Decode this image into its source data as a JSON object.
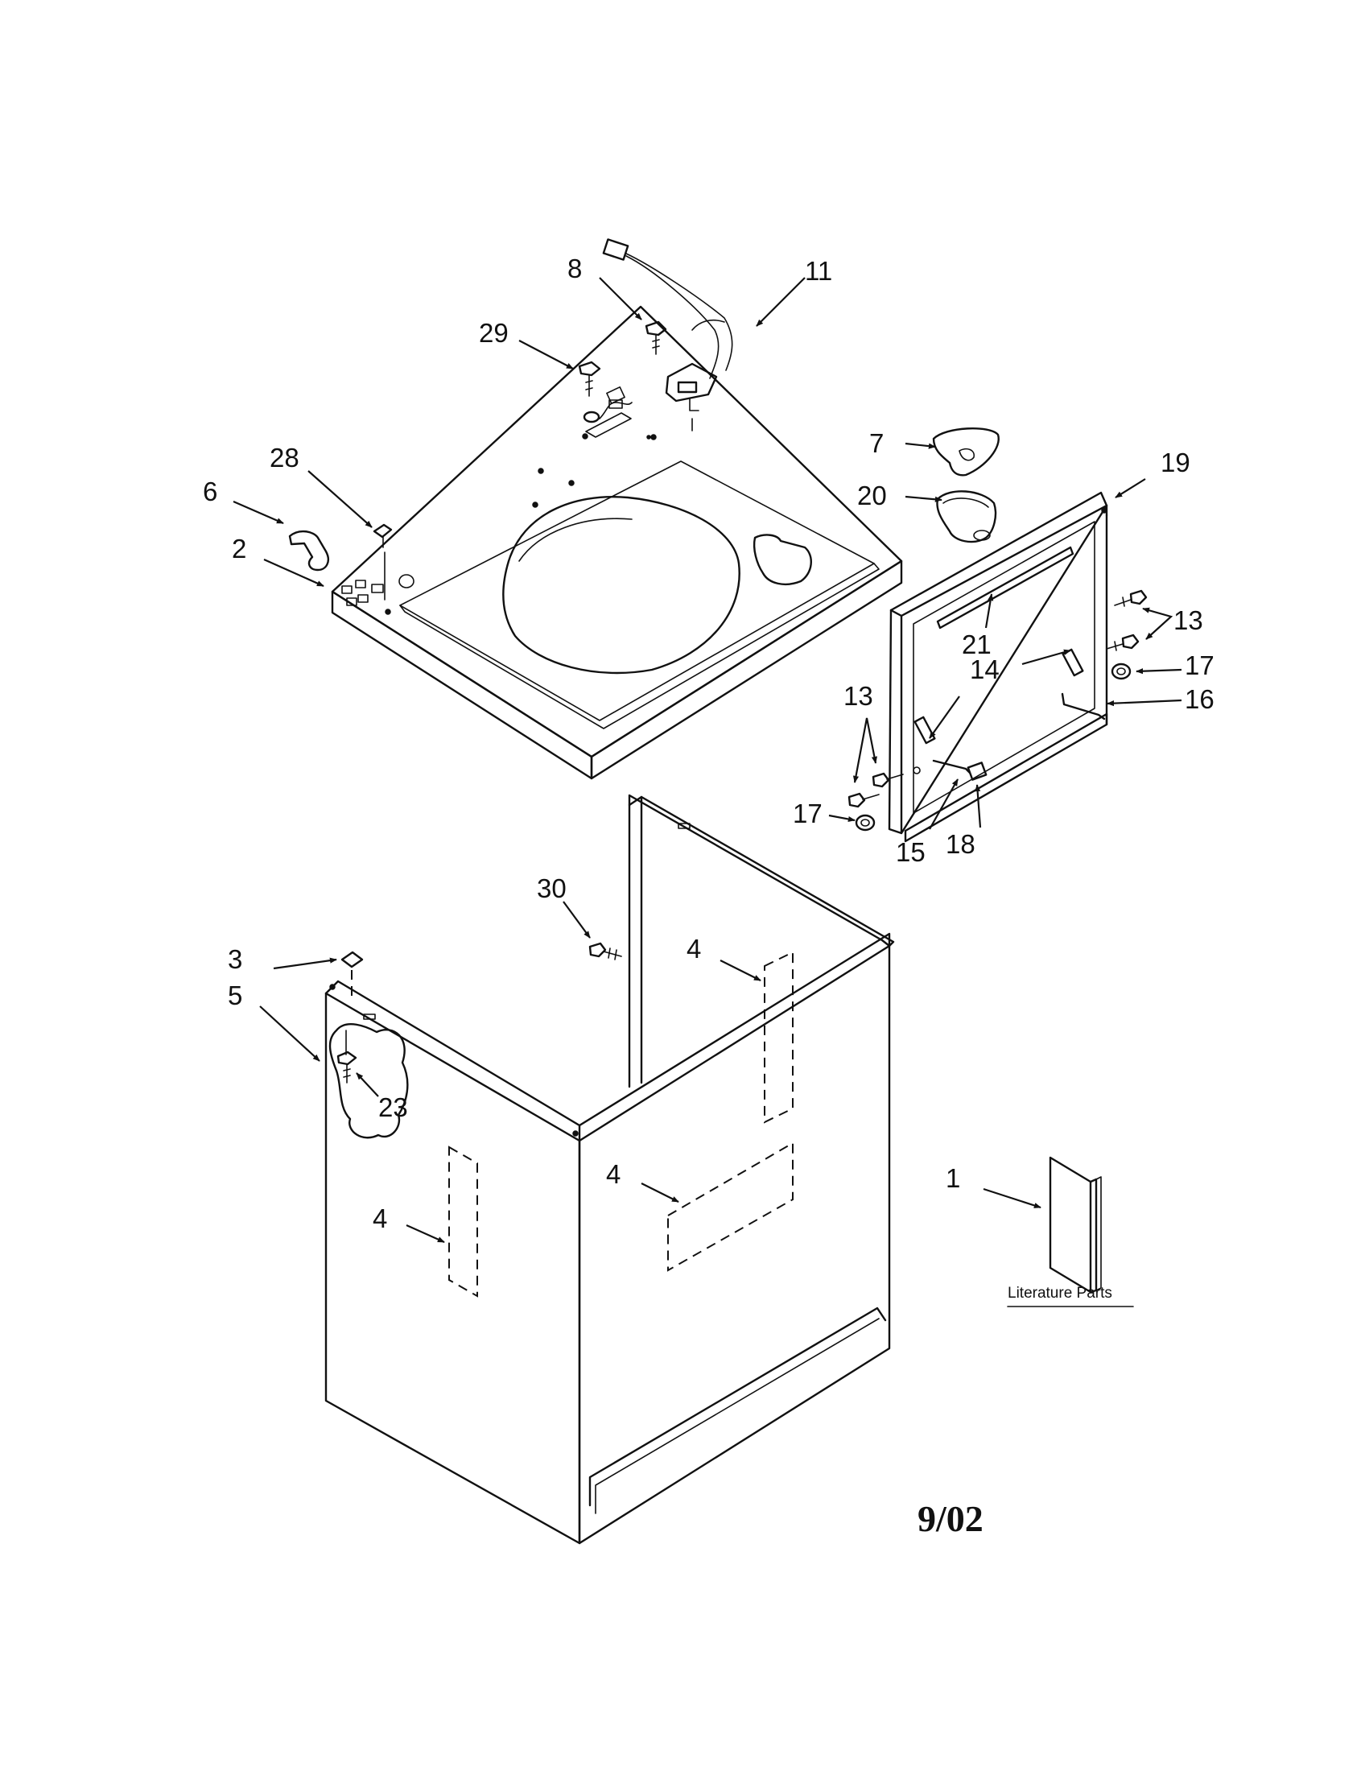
{
  "callouts": {
    "c1": "1",
    "c2": "2",
    "c3": "3",
    "c4a": "4",
    "c4b": "4",
    "c4c": "4",
    "c5": "5",
    "c6": "6",
    "c7": "7",
    "c8": "8",
    "c11": "11",
    "c13a": "13",
    "c13b": "13",
    "c14": "14",
    "c15": "15",
    "c16": "16",
    "c17a": "17",
    "c17b": "17",
    "c18": "18",
    "c19": "19",
    "c20": "20",
    "c21": "21",
    "c23": "23",
    "c28": "28",
    "c29": "29",
    "c30": "30"
  },
  "literature_label": "Literature Parts",
  "date_code": "9/02"
}
